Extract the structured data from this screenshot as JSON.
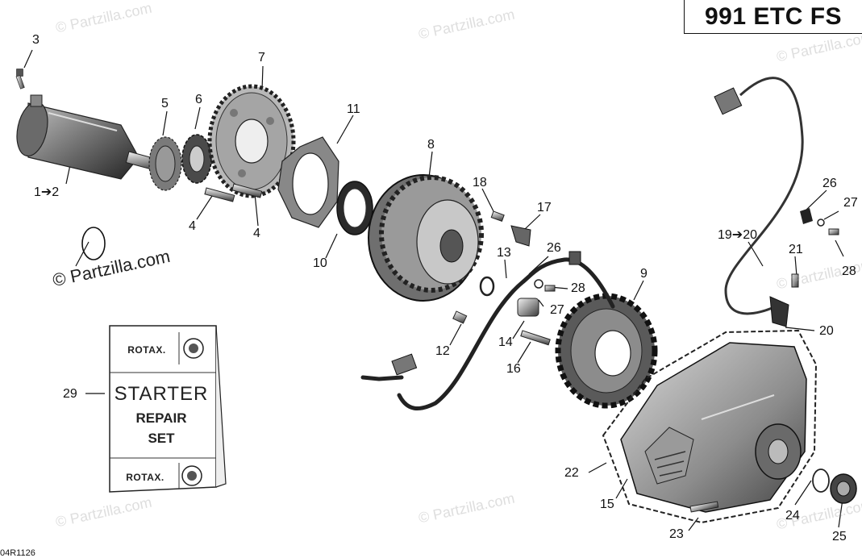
{
  "title": "991 ETC FS",
  "diagram_code": "04R1126",
  "watermark": "© Partzilla.com",
  "watermark_strong": "© Partzilla.com",
  "kit": {
    "brand_top": "ROTAX.",
    "line1": "STARTER",
    "line2": "REPAIR",
    "line3": "SET",
    "brand_bottom": "ROTAX."
  },
  "labels": {
    "l3": "3",
    "l5": "5",
    "l6": "6",
    "l7": "7",
    "l1_2": "1➔2",
    "l4a": "4",
    "l4b": "4",
    "l11": "11",
    "l8": "8",
    "l10": "10",
    "l18": "18",
    "l17": "17",
    "l13": "13",
    "l26a": "26",
    "l28a": "28",
    "l27a": "27",
    "l9": "9",
    "l12": "12",
    "l14": "14",
    "l16": "16",
    "l26b": "26",
    "l27b": "27",
    "l19_20": "19➔20",
    "l21": "21",
    "l28b": "28",
    "l20": "20",
    "l22": "22",
    "l15": "15",
    "l23": "23",
    "l24": "24",
    "l25": "25",
    "l29": "29"
  }
}
